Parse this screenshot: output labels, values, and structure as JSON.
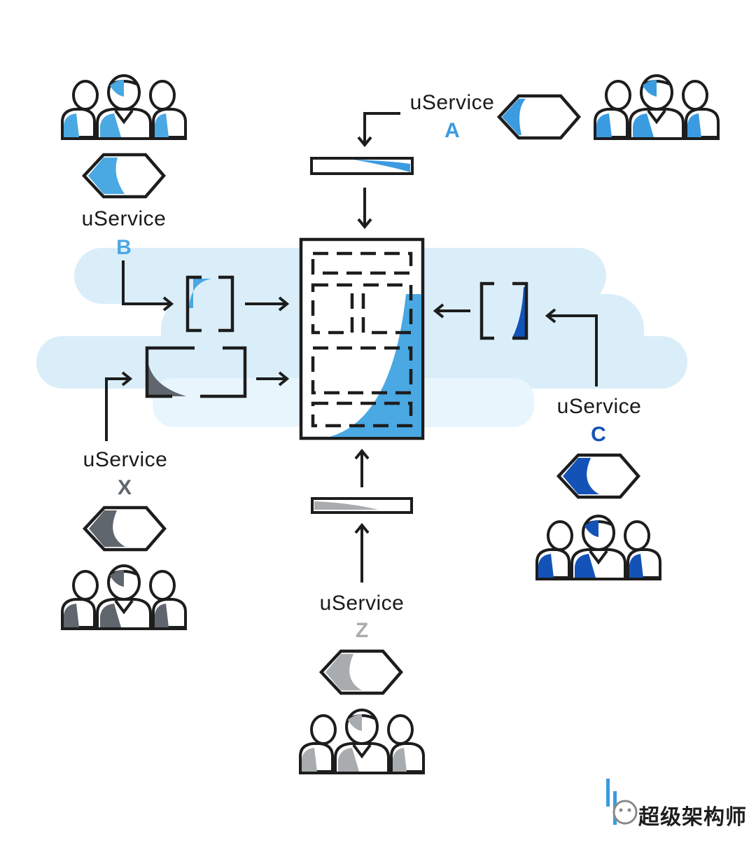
{
  "colors": {
    "ink": "#1d1d1d",
    "cloud": "#daeef9",
    "cloud_light": "#e8f5fc",
    "service_a": "#3b9be0",
    "service_b": "#4aa8e3",
    "service_c": "#1353b8",
    "service_x": "#5f666d",
    "service_z": "#a9acaf"
  },
  "services": [
    {
      "id": "a",
      "name": "uService",
      "letter": "A",
      "color": "#3b9be0"
    },
    {
      "id": "b",
      "name": "uService",
      "letter": "B",
      "color": "#4aa8e3"
    },
    {
      "id": "c",
      "name": "uService",
      "letter": "C",
      "color": "#1353b8"
    },
    {
      "id": "x",
      "name": "uService",
      "letter": "X",
      "color": "#5f666d"
    },
    {
      "id": "z",
      "name": "uService",
      "letter": "Z",
      "color": "#a9acaf"
    }
  ],
  "icons": {
    "team": "team-icon",
    "service": "hexagon-service-icon",
    "component": "component-frame-icon",
    "app": "monolith-app-icon",
    "connector": "connector-bar-icon"
  },
  "watermark": {
    "text": "超级架构师"
  }
}
